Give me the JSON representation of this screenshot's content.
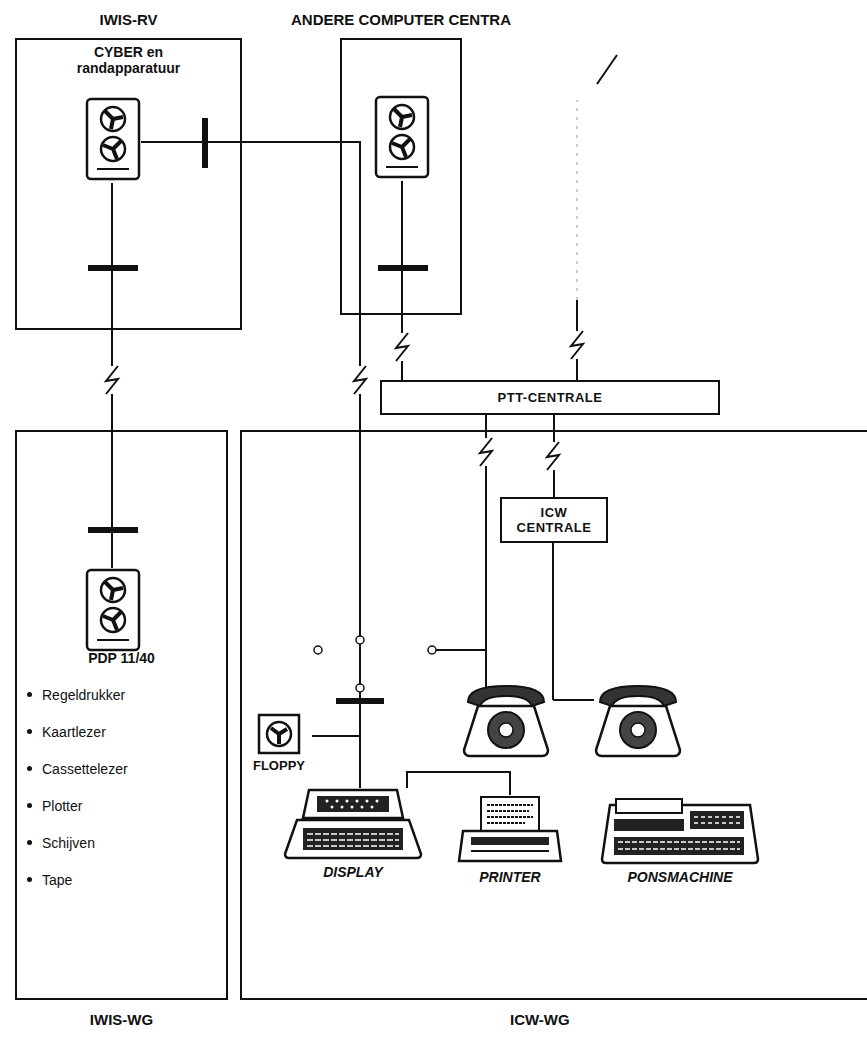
{
  "diagram": {
    "nodes": [
      {
        "text": [
          "IWIS-RV",
          "CYBER en randapparatuur"
        ]
      },
      {
        "text": [
          "ANDERE COMPUTER CENTRA"
        ]
      },
      {
        "text": [
          "PTT-CENTRALE"
        ]
      },
      {
        "text": [
          "PDP 11/40",
          "Regeldrukker",
          "Kaartlezer",
          "Cassettelezer",
          "Plotter",
          "Schijven",
          "Tape",
          "IWIS-WG"
        ]
      },
      {
        "text": [
          "ICW-WG"
        ]
      },
      {
        "text": [
          "ICW CENTRALE"
        ],
        "in": 4
      },
      {
        "text": [
          "FLOPPY"
        ],
        "in": 4
      },
      {
        "text": [
          "DISPLAY"
        ],
        "in": 4
      },
      {
        "text": [
          "PRINTER"
        ],
        "in": 4
      },
      {
        "text": [
          "PONSMACHINE"
        ],
        "in": 4
      }
    ],
    "edges": [
      {
        "from": 0,
        "to": 3,
        "arrow": "none"
      },
      {
        "from": 0,
        "to": 7,
        "arrow": "none"
      },
      {
        "from": 1,
        "to": 2,
        "arrow": "none"
      },
      {
        "from": 2,
        "to": 5,
        "arrow": "none"
      },
      {
        "from": 6,
        "to": 7,
        "arrow": "none"
      },
      {
        "from": 7,
        "to": 8,
        "arrow": "none"
      }
    ]
  }
}
